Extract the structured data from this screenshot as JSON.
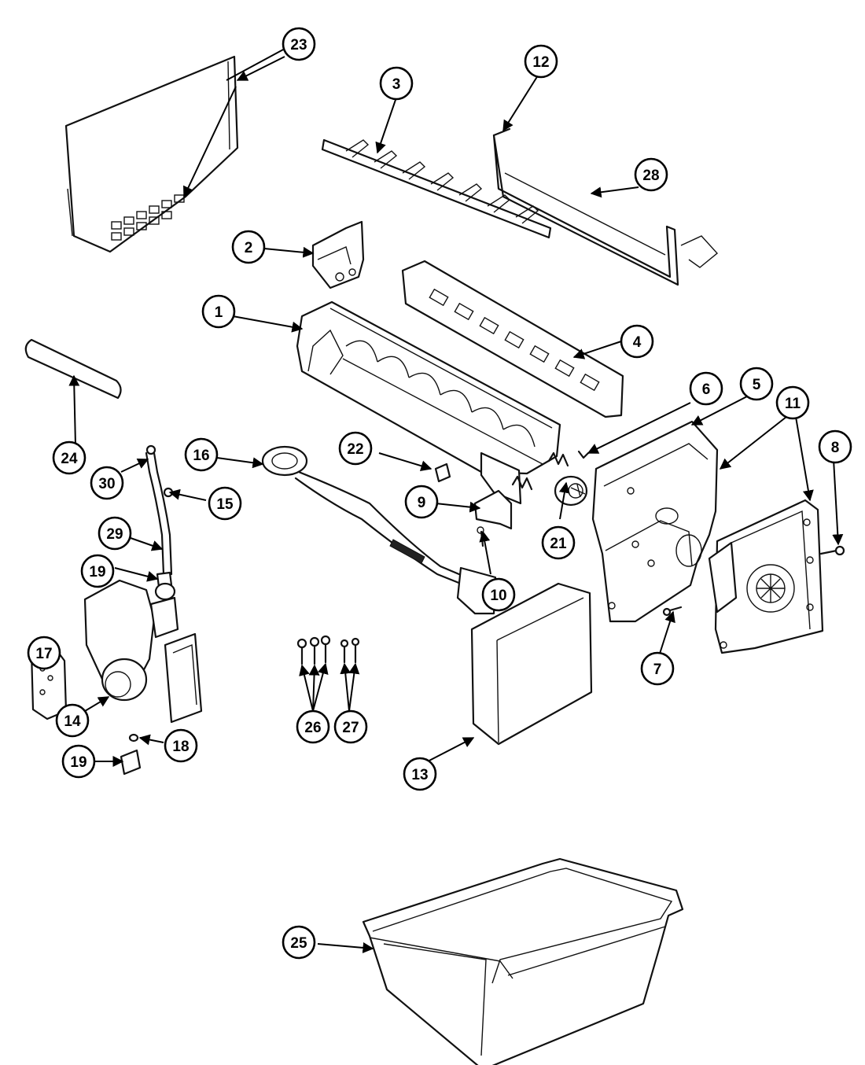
{
  "diagram": {
    "callouts": [
      {
        "id": "1",
        "label": "1"
      },
      {
        "id": "2",
        "label": "2"
      },
      {
        "id": "3",
        "label": "3"
      },
      {
        "id": "4",
        "label": "4"
      },
      {
        "id": "5",
        "label": "5"
      },
      {
        "id": "6",
        "label": "6"
      },
      {
        "id": "7",
        "label": "7"
      },
      {
        "id": "8",
        "label": "8"
      },
      {
        "id": "9",
        "label": "9"
      },
      {
        "id": "10",
        "label": "10"
      },
      {
        "id": "11",
        "label": "11"
      },
      {
        "id": "12",
        "label": "12"
      },
      {
        "id": "13",
        "label": "13"
      },
      {
        "id": "14",
        "label": "14"
      },
      {
        "id": "15",
        "label": "15"
      },
      {
        "id": "16",
        "label": "16"
      },
      {
        "id": "17",
        "label": "17"
      },
      {
        "id": "18",
        "label": "18"
      },
      {
        "id": "19a",
        "label": "19"
      },
      {
        "id": "19b",
        "label": "19"
      },
      {
        "id": "21",
        "label": "21"
      },
      {
        "id": "22",
        "label": "22"
      },
      {
        "id": "23",
        "label": "23"
      },
      {
        "id": "24",
        "label": "24"
      },
      {
        "id": "25",
        "label": "25"
      },
      {
        "id": "26",
        "label": "26"
      },
      {
        "id": "27",
        "label": "27"
      },
      {
        "id": "28",
        "label": "28"
      },
      {
        "id": "29",
        "label": "29"
      },
      {
        "id": "30",
        "label": "30"
      }
    ]
  }
}
